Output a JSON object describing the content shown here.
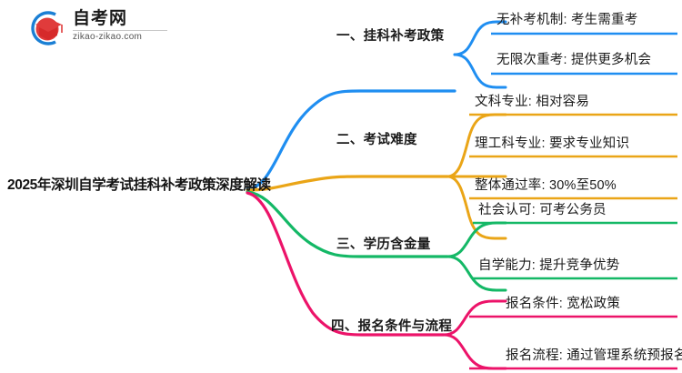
{
  "logo": {
    "title": "自考网",
    "domain": "zikao-zikao.com",
    "mark_icon": "graduation-cap-icon",
    "arc_color": "#1b7fd4",
    "cap_color": "#e03b3b"
  },
  "mindmap": {
    "central_topic": "2025年深圳自学考试挂科补考政策深度解读",
    "branches": [
      {
        "index": "1",
        "label": "一、挂科补考政策",
        "color": "#1f8ef1",
        "children": [
          {
            "label": "无补考机制: 考生需重考"
          },
          {
            "label": "无限次重考: 提供更多机会"
          }
        ]
      },
      {
        "index": "2",
        "label": "二、考试难度",
        "color": "#eaa517",
        "children": [
          {
            "label": "文科专业: 相对容易"
          },
          {
            "label": "理工科专业: 要求专业知识"
          },
          {
            "label": "整体通过率: 30%至50%"
          }
        ]
      },
      {
        "index": "3",
        "label": "三、学历含金量",
        "color": "#14b866",
        "children": [
          {
            "label": "社会认可: 可考公务员"
          },
          {
            "label": "自学能力: 提升竞争优势"
          }
        ]
      },
      {
        "index": "4",
        "label": "四、报名条件与流程",
        "color": "#ec1369",
        "children": [
          {
            "label": "报名条件: 宽松政策"
          },
          {
            "label": "报名流程: 通过管理系统预报名"
          }
        ]
      }
    ]
  }
}
